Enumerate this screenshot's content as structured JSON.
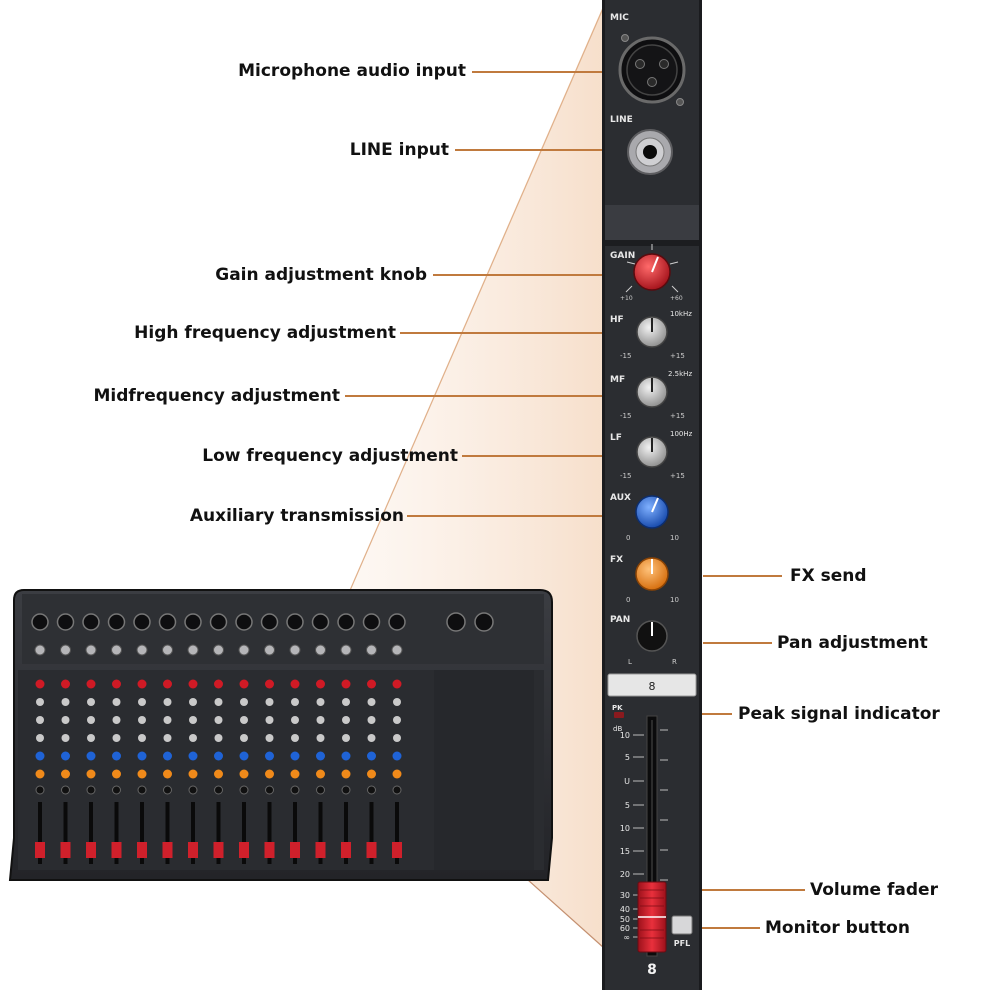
{
  "callouts": {
    "mic_input": "Microphone audio input",
    "line_input": "LINE input",
    "gain": "Gain adjustment knob",
    "high_freq": "High frequency adjustment",
    "mid_freq": "Midfrequency adjustment",
    "low_freq": "Low frequency adjustment",
    "aux": "Auxiliary transmission",
    "fx_send": "FX send",
    "pan": "Pan adjustment",
    "peak": "Peak signal indicator",
    "volume_fader": "Volume fader",
    "monitor": "Monitor button"
  },
  "strip": {
    "mic": "MIC",
    "line": "LINE",
    "gain": "GAIN",
    "gain_min": "+10",
    "gain_max": "+60",
    "hf": "HF",
    "hf_freq": "10kHz",
    "mf": "MF",
    "mf_freq": "2.5kHz",
    "lf": "LF",
    "lf_freq": "100Hz",
    "eq_min": "-15",
    "eq_max": "+15",
    "aux": "AUX",
    "fx": "FX",
    "send_min": "0",
    "send_max": "10",
    "pan": "PAN",
    "pan_l": "L",
    "pan_r": "R",
    "channel_number": "8",
    "pk": "PK",
    "db": "dB",
    "fader_scale": [
      "10",
      "5",
      "U",
      "5",
      "10",
      "15",
      "20",
      "30",
      "40",
      "50",
      "60",
      "∞"
    ],
    "pfl": "PFL",
    "bottom_number": "8"
  },
  "colors": {
    "gain_knob": "#d01a25",
    "aux_knob": "#1f63d6",
    "fx_knob": "#f08a1a",
    "fader_cap": "#d0202b",
    "callout_line": "#c07a3e",
    "panel": "#2b2d31"
  }
}
